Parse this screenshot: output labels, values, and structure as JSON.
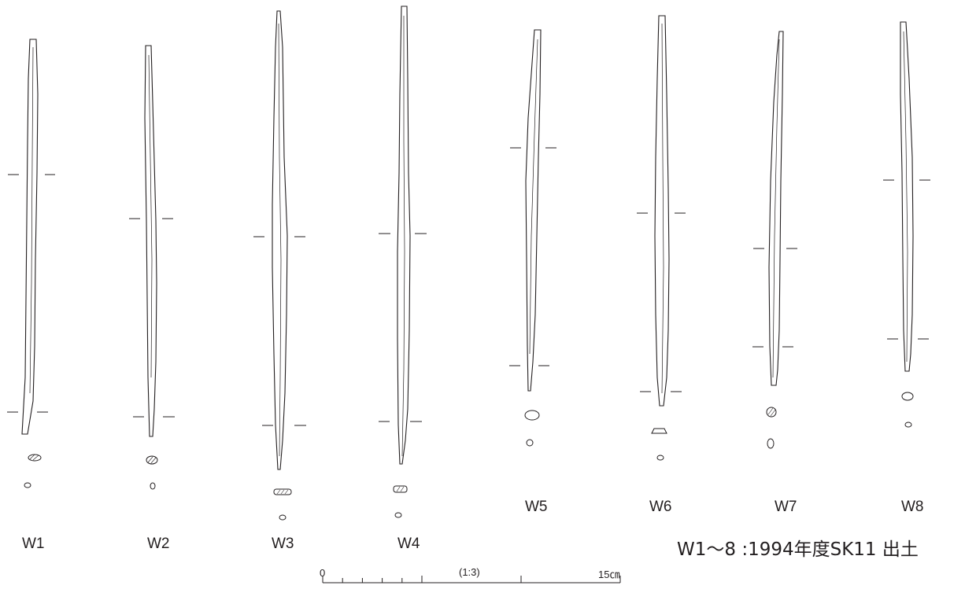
{
  "specimens": [
    {
      "label": "W1"
    },
    {
      "label": "W2"
    },
    {
      "label": "W3"
    },
    {
      "label": "W4"
    },
    {
      "label": "W5"
    },
    {
      "label": "W6"
    },
    {
      "label": "W7"
    },
    {
      "label": "W8"
    }
  ],
  "caption": "W1〜8 :1994年度SK11 出土",
  "scale_bar": {
    "start_label": "0",
    "ratio_label": "(1:3)",
    "end_label": "15㎝",
    "divisions": 6
  },
  "colors": {
    "ink": "#231f20",
    "background": "#ffffff"
  }
}
